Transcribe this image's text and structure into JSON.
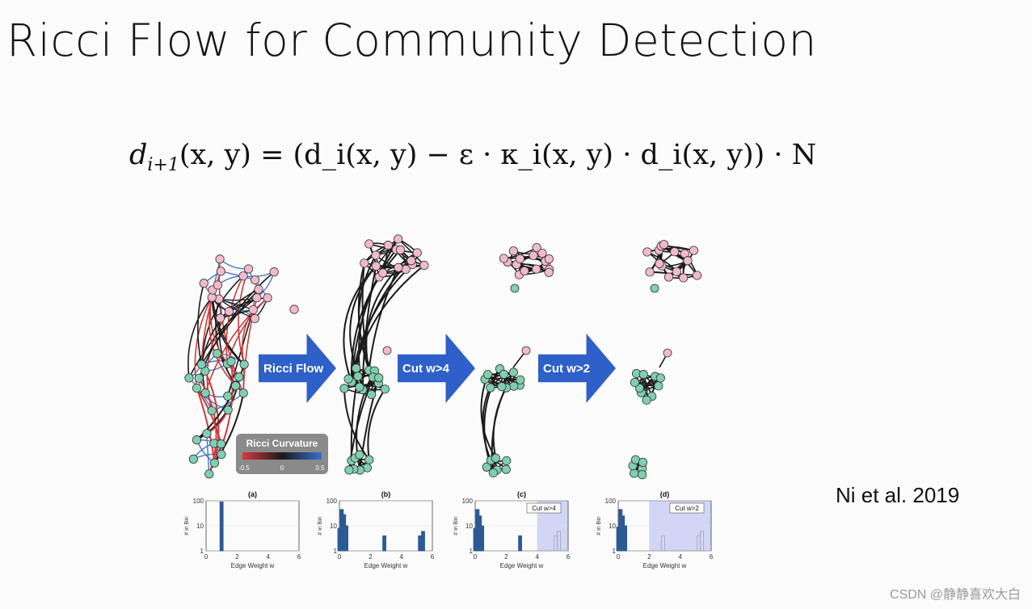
{
  "slide": {
    "title": "Ricci Flow for Community Detection",
    "formula": {
      "lhs": "d",
      "lhs_sub": "i+1",
      "rhs_text": "(x, y) = (d_i(x, y) − ε · κ_i(x, y) · d_i(x, y)) · N"
    },
    "citation": "Ni et al. 2019",
    "watermark": "CSDN @静静喜欢大白"
  },
  "figure": {
    "arrows": [
      "Ricci Flow",
      "Cut w>4",
      "Cut w>2"
    ],
    "legend": {
      "title": "Ricci Curvature",
      "ticks": [
        "-0.5",
        "0",
        "0.5"
      ],
      "colors": [
        "#d9393a",
        "#1a1a1a",
        "#3a6fd1"
      ]
    },
    "colors": {
      "arrow": "#2f5fc9",
      "node_pink": "#f2b9cc",
      "node_green": "#7fcfb0",
      "edge_black": "#1b1b1b",
      "edge_red": "#cc3b3b",
      "edge_blue": "#4575c8",
      "bar": "#2c5a94",
      "cut_region": "#c9ccf5"
    },
    "histograms": [
      {
        "label": "(a)",
        "ylabel": "# in Bin",
        "xlabel": "Edge Weight w",
        "yticks": [
          "100",
          "10",
          "1"
        ],
        "xticks": [
          "0",
          "2",
          "4",
          "6"
        ],
        "cut_label": ""
      },
      {
        "label": "(b)",
        "ylabel": "# in Bin",
        "xlabel": "Edge Weight w",
        "yticks": [
          "100",
          "10",
          "1"
        ],
        "xticks": [
          "0",
          "2",
          "4",
          "6"
        ],
        "cut_label": ""
      },
      {
        "label": "(c)",
        "ylabel": "# in Bin",
        "xlabel": "Edge Weight w",
        "yticks": [
          "100",
          "10",
          "1"
        ],
        "xticks": [
          "0",
          "2",
          "4",
          "6"
        ],
        "cut_label": "Cut w>4"
      },
      {
        "label": "(d)",
        "ylabel": "# in Bin",
        "xlabel": "Edge Weight w",
        "yticks": [
          "100",
          "10",
          "1"
        ],
        "xticks": [
          "0",
          "2",
          "4",
          "6"
        ],
        "cut_label": "Cut w>2"
      }
    ]
  }
}
